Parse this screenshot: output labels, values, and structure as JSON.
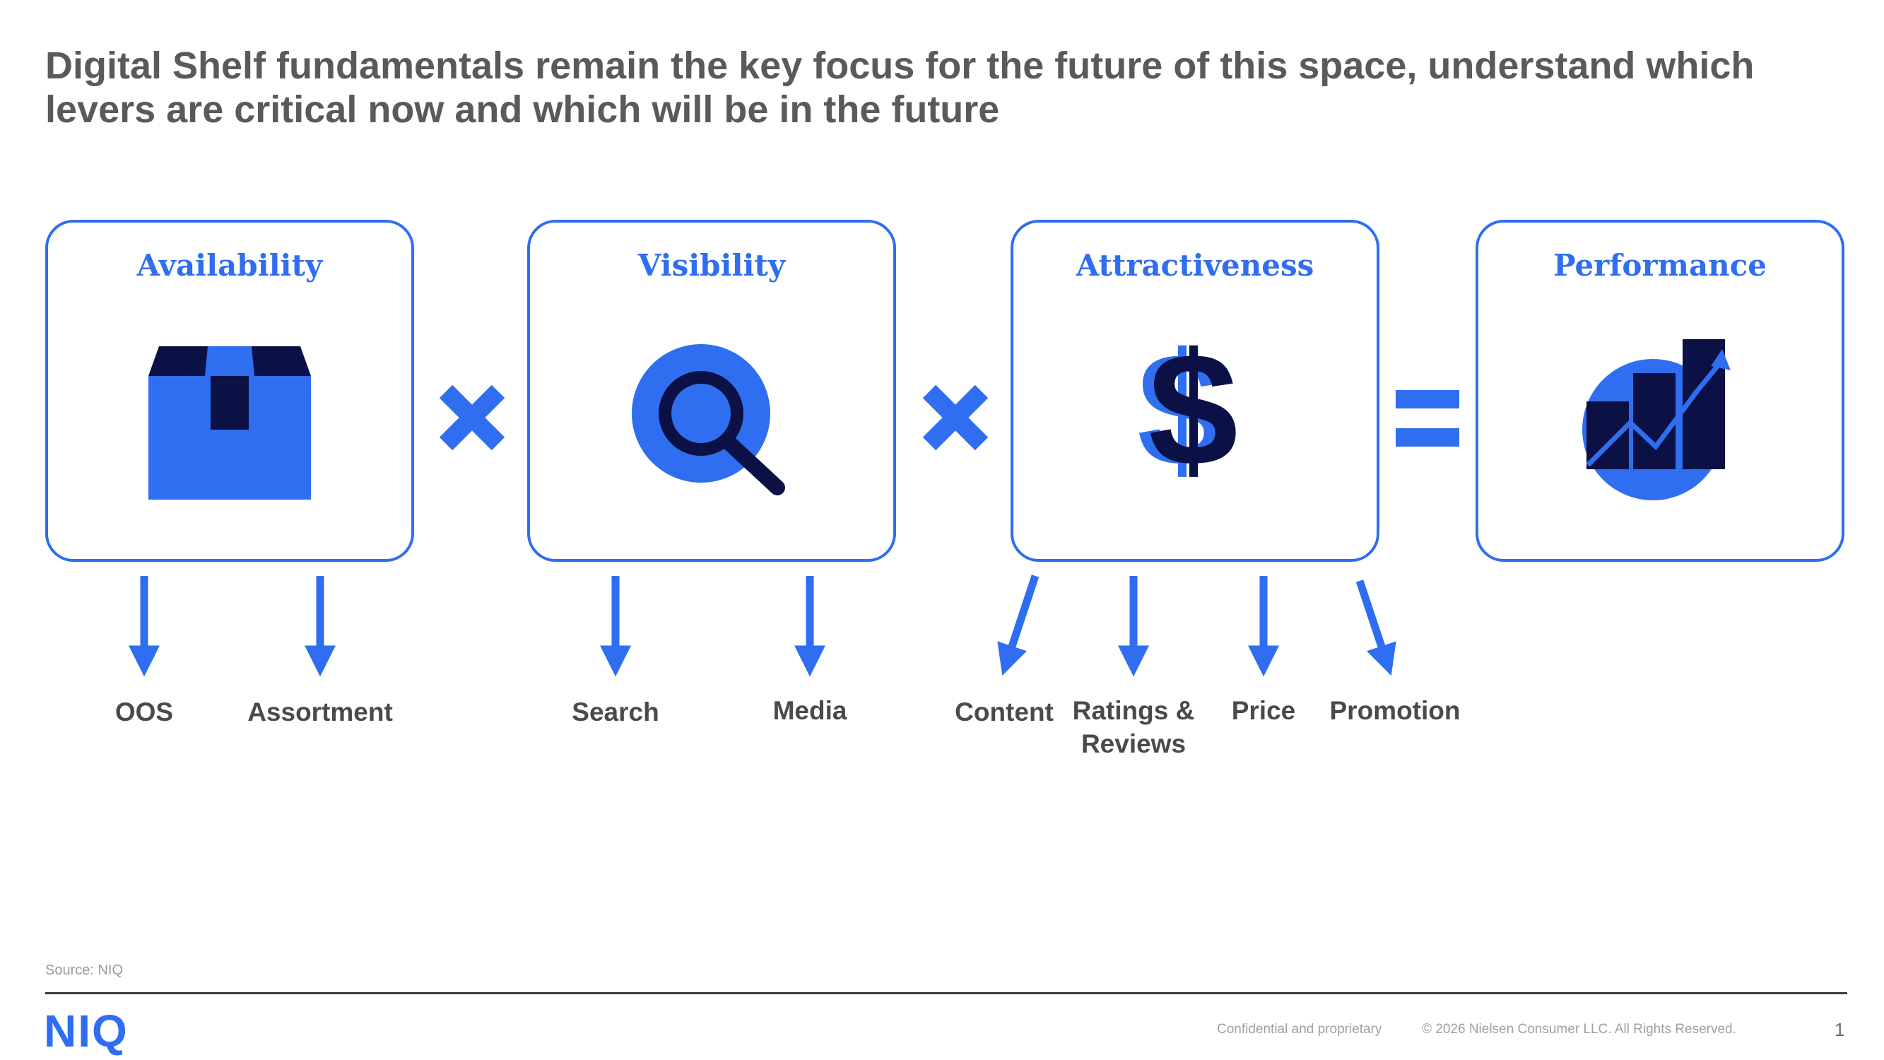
{
  "title": "Digital Shelf fundamentals remain the key focus for the future of this space, understand which levers are critical now and which will be in the future",
  "boxes": [
    {
      "title": "Availability",
      "icon": "box-icon"
    },
    {
      "title": "Visibility",
      "icon": "magnifier-icon"
    },
    {
      "title": "Attractiveness",
      "icon": "dollar-icon"
    },
    {
      "title": "Performance",
      "icon": "growth-chart-icon"
    }
  ],
  "operators": [
    "×",
    "×",
    "="
  ],
  "dollar_symbol": "$",
  "levers": {
    "oos": "OOS",
    "assortment": "Assortment",
    "search": "Search",
    "media": "Media",
    "content": "Content",
    "ratings_1": "Ratings &",
    "ratings_2": "Reviews",
    "price": "Price",
    "promotion": "Promotion"
  },
  "source": "Source: NIQ",
  "footer": {
    "logo": "NIQ",
    "confidential": "Confidential and proprietary",
    "copyright": "© 2026 Nielsen Consumer LLC. All Rights Reserved.",
    "page": "1"
  },
  "colors": {
    "accent": "#2f6ef0",
    "navy": "#0b1145",
    "text": "#5a5a5a"
  }
}
